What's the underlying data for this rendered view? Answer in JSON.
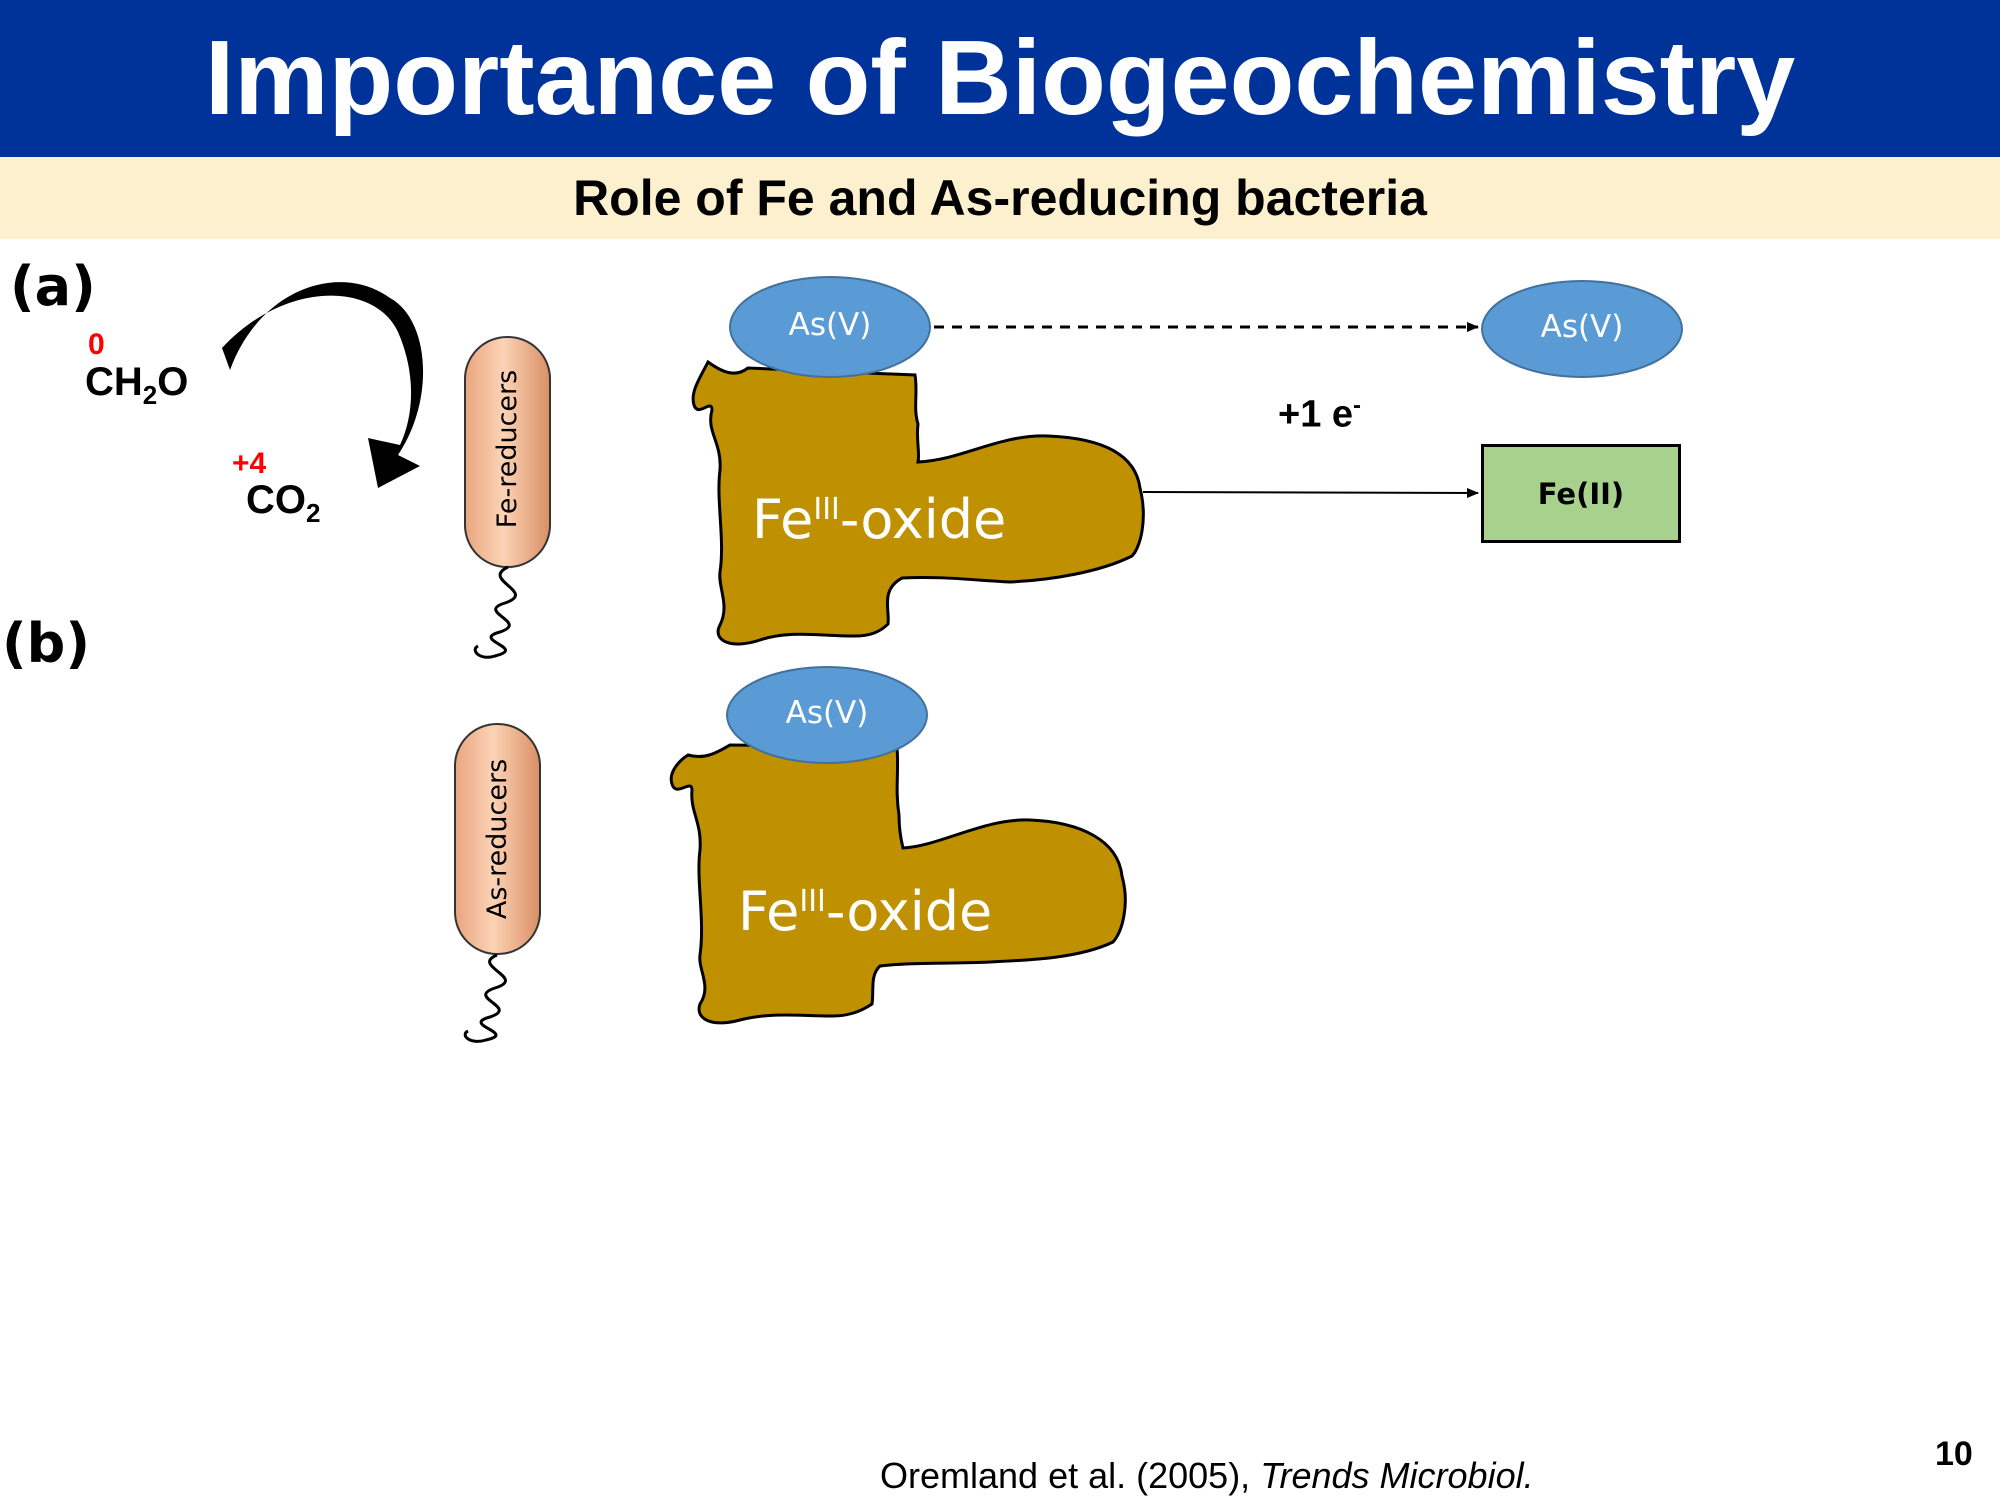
{
  "header": {
    "title": "Importance of Biogeochemistry",
    "subtitle": "Role of Fe and As-reducing bacteria"
  },
  "panel_a": {
    "label": "(a)",
    "reactant": {
      "formula_main": "CH",
      "formula_sub": "2",
      "formula_end": "O",
      "oxidation_state": "0"
    },
    "product": {
      "formula_main": "CO",
      "formula_sub": "2",
      "oxidation_state": "+4"
    },
    "bacterium_label": "Fe-reducers",
    "oxide_label_main": "Fe",
    "oxide_label_sup": "III",
    "oxide_label_end": "-oxide",
    "adsorbed_species": "As(V)",
    "released_species": "As(V)",
    "electron_label_main": "+1 e",
    "electron_label_sup": "-",
    "product_box": "Fe(II)"
  },
  "panel_b": {
    "label": "(b)",
    "bacterium_label": "As-reducers",
    "oxide_label_main": "Fe",
    "oxide_label_sup": "III",
    "oxide_label_end": "-oxide",
    "adsorbed_species": "As(V)"
  },
  "footer": {
    "citation_authors": "Oremland et al. (2005), ",
    "citation_journal": "Trends Microbiol.",
    "page_number": "10"
  },
  "colors": {
    "title_bar": "#003399",
    "subtitle_bar": "#FDF0CF",
    "oxide_fill": "#BF9000",
    "oval_fill": "#5B9BD5",
    "bacterium_fill": "#F4B183",
    "product_box_fill": "#A9D18E",
    "oxidation_state_text": "#FF0000"
  }
}
